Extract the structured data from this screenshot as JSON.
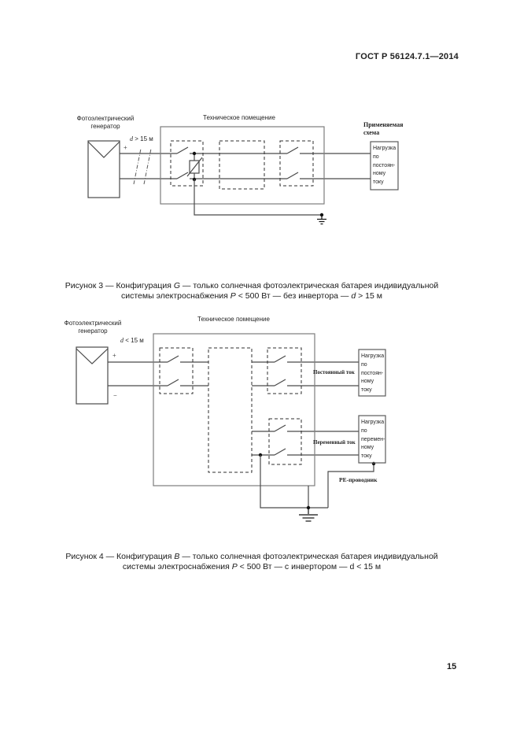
{
  "header": {
    "title": "ГОСТ Р 56124.7.1—2014"
  },
  "page_number": "15",
  "figure3": {
    "pv_label": "Фотоэлектрический\nгенератор",
    "room_label": "Техническое помещение",
    "distance_var": "d",
    "distance_rest": " > 15 м",
    "plus": "+",
    "scheme_label": "Применяемая\nсхема",
    "dc_load": "Нагрузка\nпо\nпостоян-\nному\nтоку",
    "caption": {
      "t1": "Рисунок 3 — Конфигурация ",
      "i1": "G",
      "t2": " — только солнечная фотоэлектрическая батарея индивидуальной",
      "t3": "системы электроснабжения ",
      "i2": "P",
      "t4": " < 500 Вт — без инвертора — ",
      "i3": "d",
      "t5": " > 15 м"
    }
  },
  "figure4": {
    "pv_label": "Фотоэлектрический\nгенератор",
    "room_label": "Техническое помещение",
    "distance_var": "d",
    "distance_rest": " < 15 м",
    "plus": "+",
    "minus": "−",
    "dc_current_label": "Постоянный ток",
    "ac_current_label": "Переменный ток",
    "pe_label": "PE-проводник",
    "dc_load": "Нагрузка\nпо\nпостоян-\nному\nтоку",
    "ac_load": "Нагрузка\nпо\nперемен-\nному\nтоку",
    "caption": {
      "t1": "Рисунок 4 — Конфигурация ",
      "i1": "B",
      "t2": " — только солнечная фотоэлектрическая батарея индивидуальной",
      "t3": "системы электроснабжения ",
      "i2": "P",
      "t4": " < 500 Вт — с инвертором — d < 15 м"
    }
  }
}
